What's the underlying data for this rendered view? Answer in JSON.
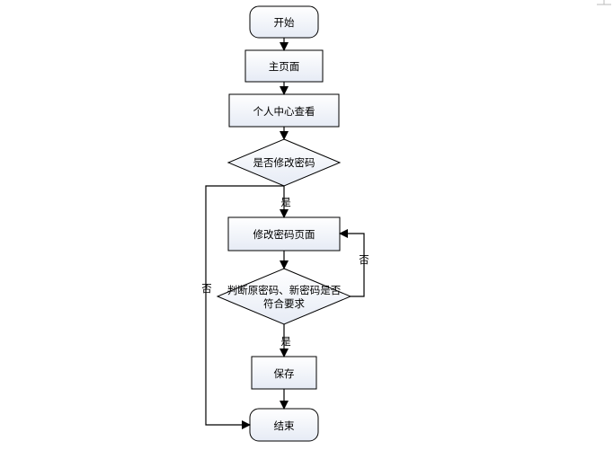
{
  "flowchart": {
    "nodes": {
      "start": "开始",
      "home": "主页面",
      "profile": "个人中心查看",
      "decide_change": "是否修改密码",
      "change_page": "修改密码页面",
      "check_line1": "判断原密码、新密码是否",
      "check_line2": "符合要求",
      "save": "保存",
      "end": "结束"
    },
    "edge_labels": {
      "yes_1": "是",
      "no_1": "否",
      "no_2": "否",
      "yes_2": "是"
    }
  }
}
